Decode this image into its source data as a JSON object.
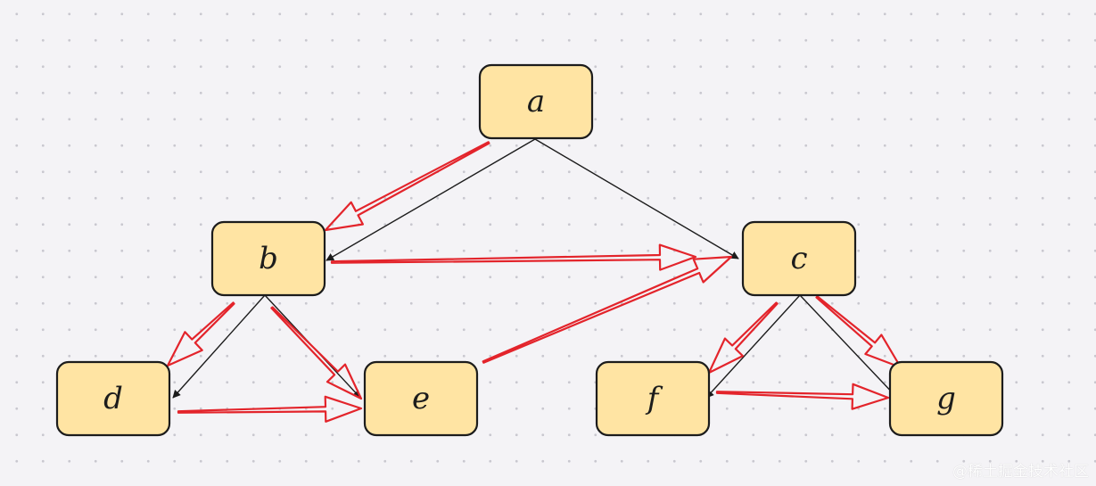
{
  "diagram": {
    "colors": {
      "node_fill": "#ffe4a3",
      "node_border": "#1c1c1c",
      "tree_edge": "#1c1c1c",
      "traversal_arrow": "#e3242b",
      "background": "#f4f3f6"
    },
    "nodes": [
      {
        "id": "a",
        "label": "a"
      },
      {
        "id": "b",
        "label": "b"
      },
      {
        "id": "c",
        "label": "c"
      },
      {
        "id": "d",
        "label": "d"
      },
      {
        "id": "e",
        "label": "e"
      },
      {
        "id": "f",
        "label": "f"
      },
      {
        "id": "g",
        "label": "g"
      }
    ],
    "tree_edges": [
      {
        "from": "a",
        "to": "b"
      },
      {
        "from": "a",
        "to": "c"
      },
      {
        "from": "b",
        "to": "d"
      },
      {
        "from": "b",
        "to": "e"
      },
      {
        "from": "c",
        "to": "f"
      },
      {
        "from": "c",
        "to": "g"
      }
    ],
    "traversal_arrows": [
      {
        "from": "a",
        "to": "b"
      },
      {
        "from": "b",
        "to": "c"
      },
      {
        "from": "b",
        "to": "d"
      },
      {
        "from": "b",
        "to": "e"
      },
      {
        "from": "d",
        "to": "e"
      },
      {
        "from": "e",
        "to": "c"
      },
      {
        "from": "c",
        "to": "f"
      },
      {
        "from": "c",
        "to": "g"
      },
      {
        "from": "f",
        "to": "g"
      }
    ]
  },
  "watermark": {
    "text": "@稀土掘金技术社区"
  }
}
